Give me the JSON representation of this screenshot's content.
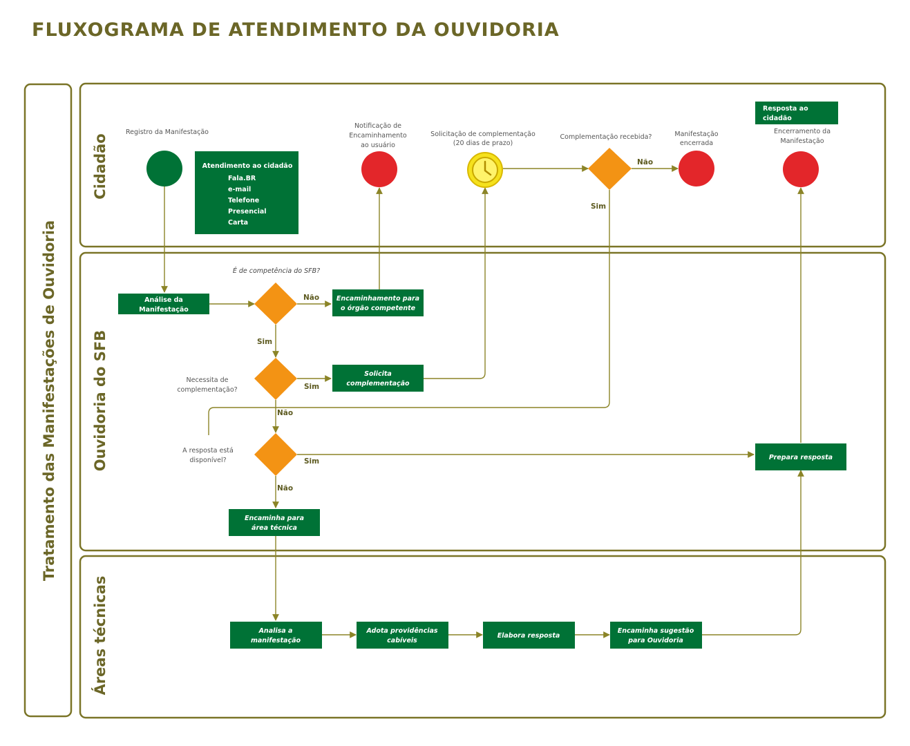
{
  "title": "FLUXOGRAMA DE ATENDIMENTO DA OUVIDORIA",
  "lanes": {
    "outer": "Tratamento das Manifestações de Ouvidoria",
    "cidadao": "Cidadão",
    "ouvidoria": "Ouvidoria do SFB",
    "areas": "Áreas técnicas"
  },
  "cidadao": {
    "registro_label": "Registro da Manifestação",
    "atendimento": {
      "heading": "Atendimento ao cidadão",
      "channels": [
        "Fala.BR",
        "e-mail",
        "Telefone",
        "Presencial",
        "Carta"
      ]
    },
    "notificacao_label": [
      "Notificação de",
      "Encaminhamento",
      "ao usuário"
    ],
    "solicitacao_label": [
      "Solicitação de complementação",
      "(20 dias de prazo)"
    ],
    "complementacao_label": "Complementação recebida?",
    "encerrada_label": [
      "Manifestação",
      "encerrada"
    ],
    "resposta_box": [
      "Resposta ao",
      "cidadão"
    ],
    "encerramento_label": [
      "Encerramento da",
      "Manifestação"
    ]
  },
  "ouvidoria": {
    "analise_box": [
      "Análise da",
      "Manifestação"
    ],
    "competencia_label": "É de competência do SFB?",
    "encaminhamento_box": [
      "Encaminhamento para",
      "o órgão competente"
    ],
    "necessita_label": [
      "Necessita de",
      "complementação?"
    ],
    "solicita_box": [
      "Solicita",
      "complementação"
    ],
    "resposta_disp_label": [
      "A resposta está",
      "disponível?"
    ],
    "prepara_box": "Prepara resposta",
    "encaminha_area_box": [
      "Encaminha para",
      "área técnica"
    ]
  },
  "areas": {
    "analisa_box": [
      "Analisa a",
      "manifestação"
    ],
    "adota_box": [
      "Adota providências",
      "cabíveis"
    ],
    "elabora_box": "Elabora resposta",
    "sugestao_box": [
      "Encaminha sugestão",
      "para Ouvidoria"
    ]
  },
  "branches": {
    "sim": "Sim",
    "nao": "Não"
  },
  "colors": {
    "green": "#007236",
    "orange": "#f39314",
    "red": "#e3262a",
    "olive": "#7a7427",
    "clock": "#f5e11d"
  },
  "icons": {
    "clock": "clock-icon"
  }
}
